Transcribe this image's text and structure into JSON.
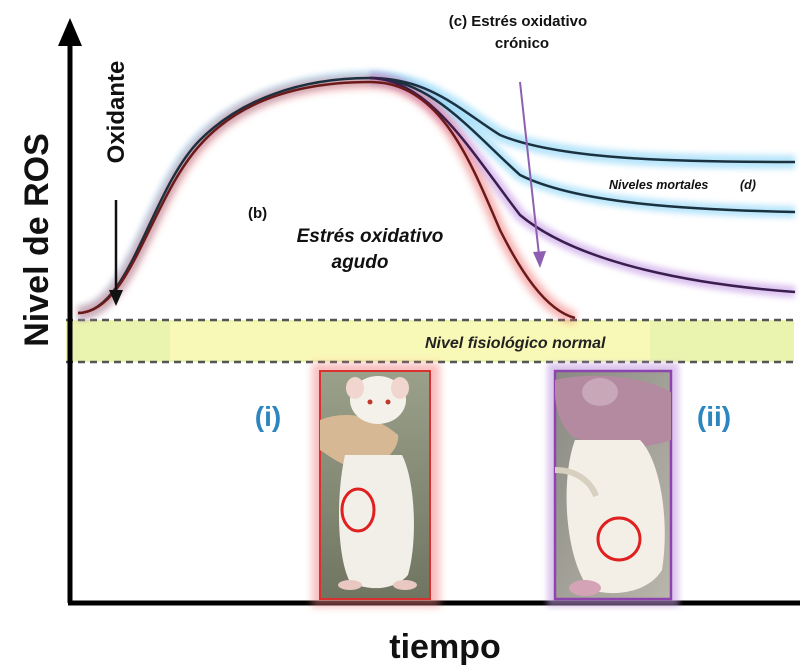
{
  "axes": {
    "y_label": "Nivel de ROS",
    "x_label": "tiempo"
  },
  "annotations": {
    "oxidant": "Oxidante",
    "label_b": "(b)",
    "acute_line1": "Estrés oxidativo",
    "acute_line2": "agudo",
    "chronic_line1": "(c) Estrés oxidativo",
    "chronic_line2": "crónico",
    "lethal": "Niveles mortales",
    "label_d": "(d)",
    "normal_level": "Nivel fisiológico normal",
    "panel_i": "(i)",
    "panel_ii": "(ii)"
  },
  "photos": {
    "left": "rat-photo-acute",
    "right": "rat-photo-chronic"
  },
  "colors": {
    "acute": "#c0392b",
    "chronic": "#8e44ad",
    "lethal": "#3aa6e0",
    "normal_band": "#e8f29a",
    "panel_label": "#2e86c1",
    "marker_circle": "#e02020"
  }
}
